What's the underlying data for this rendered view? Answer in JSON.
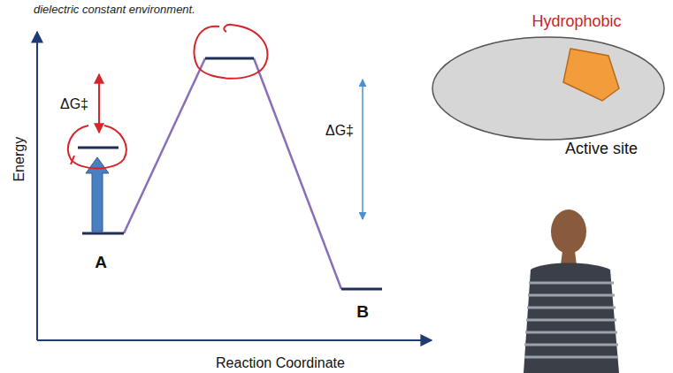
{
  "diagram": {
    "labels": [
      "dielectric constant environment.",
      "ΔG‡",
      "Energy",
      "A",
      "ΔG‡",
      "B",
      "Reaction Coordinate",
      "Hydrophobic",
      "Active site"
    ]
  }
}
